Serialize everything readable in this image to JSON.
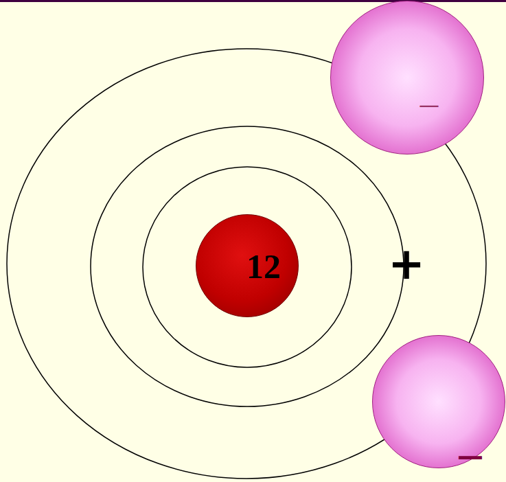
{
  "diagram": {
    "nodes": [
      {
        "text": [
          "12"
        ]
      },
      {
        "text": [
          "—"
        ]
      },
      {
        "text": [
          "—"
        ]
      }
    ],
    "labels": [
      "+"
    ]
  }
}
